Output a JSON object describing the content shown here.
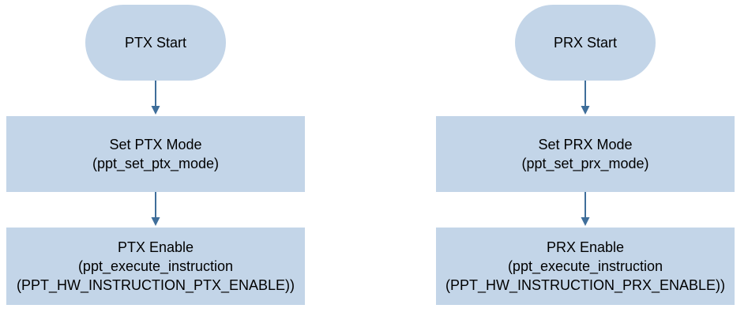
{
  "colors": {
    "node_fill": "#c3d5e8",
    "arrow": "#3f6e9a"
  },
  "ptx": {
    "start_label": "PTX Start",
    "mode_title": "Set PTX Mode",
    "mode_call": "(ppt_set_ptx_mode)",
    "enable_title": "PTX Enable",
    "enable_call": "(ppt_execute_instruction",
    "enable_arg": "(PPT_HW_INSTRUCTION_PTX_ENABLE))"
  },
  "prx": {
    "start_label": "PRX Start",
    "mode_title": "Set PRX Mode",
    "mode_call": "(ppt_set_prx_mode)",
    "enable_title": "PRX Enable",
    "enable_call": "(ppt_execute_instruction",
    "enable_arg": "(PPT_HW_INSTRUCTION_PRX_ENABLE))"
  }
}
